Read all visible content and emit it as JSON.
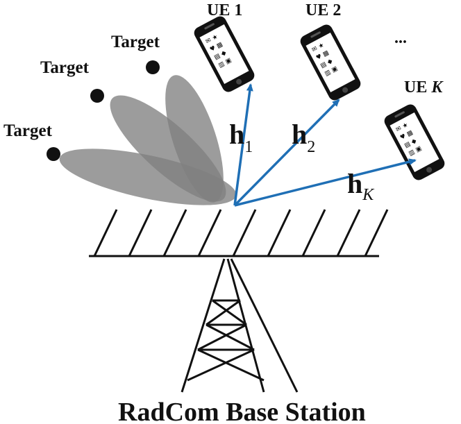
{
  "labels": {
    "target": "Target",
    "ue1": "UE 1",
    "ue2": "UE 2",
    "ellipsis": "...",
    "ueK_prefix": "UE ",
    "ueK_index": "K",
    "channel_symbol": "h",
    "sub_1": "1",
    "sub_2": "2",
    "sub_K": "K",
    "base_station": "RadCom Base Station"
  },
  "colors": {
    "beam_fill": "#808080",
    "arrow": "#1f6fb5",
    "ink": "#111111"
  },
  "icons": {
    "target": "target-dot-icon",
    "phone": "smartphone-icon",
    "tower": "antenna-tower-icon"
  }
}
